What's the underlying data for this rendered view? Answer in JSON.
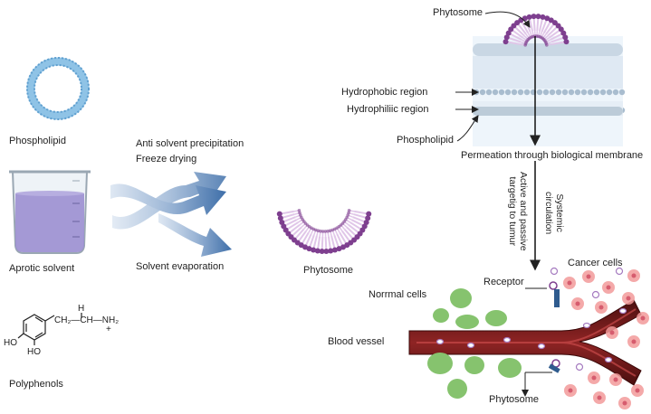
{
  "left": {
    "phospholipid": "Phospholipid",
    "aprotic_solvent": "Aprotic solvent",
    "polyphenols": "Polyphenols",
    "formula": {
      "h": "H",
      "chain": "CH₂—CH—NH₂",
      "plus": "+",
      "ho1": "HO",
      "ho2": "HO"
    }
  },
  "process": {
    "line1": "Anti solvent precipitation",
    "line2": "Freeze drying",
    "line3": "Solvent evaporation"
  },
  "center": {
    "phytosome": "Phytosome"
  },
  "membrane": {
    "phytosome": "Phytosome",
    "hydrophobic": "Hydrophobic region",
    "hydrophilic": "Hydrophiliic region",
    "phospholipid": "Phospholipid",
    "permeation": "Permeation  through biological membrane"
  },
  "vertical": {
    "active": [
      "Active and passive",
      "targetig to tumur"
    ],
    "systemic": [
      "Systemic",
      "circulation"
    ]
  },
  "vessel": {
    "receptor": "Receptor",
    "cancer_cells": "Cancer cells",
    "normal_cells": "Norrmal cells",
    "blood_vessel": "Blood vessel",
    "phytosome": "Phytosome"
  },
  "colors": {
    "liposome": "#8fc3e6",
    "beaker_liquid": "#9b8fd0",
    "phytosome_head": "#7e3f8f",
    "phytosome_tail": "#e0c6e8",
    "membrane": "#b9cfe0",
    "vessel": "#7a1d1d",
    "normal_cell": "#86c36e",
    "cancer_cell": "#f29a9a",
    "arrow": "#4a78b0"
  }
}
